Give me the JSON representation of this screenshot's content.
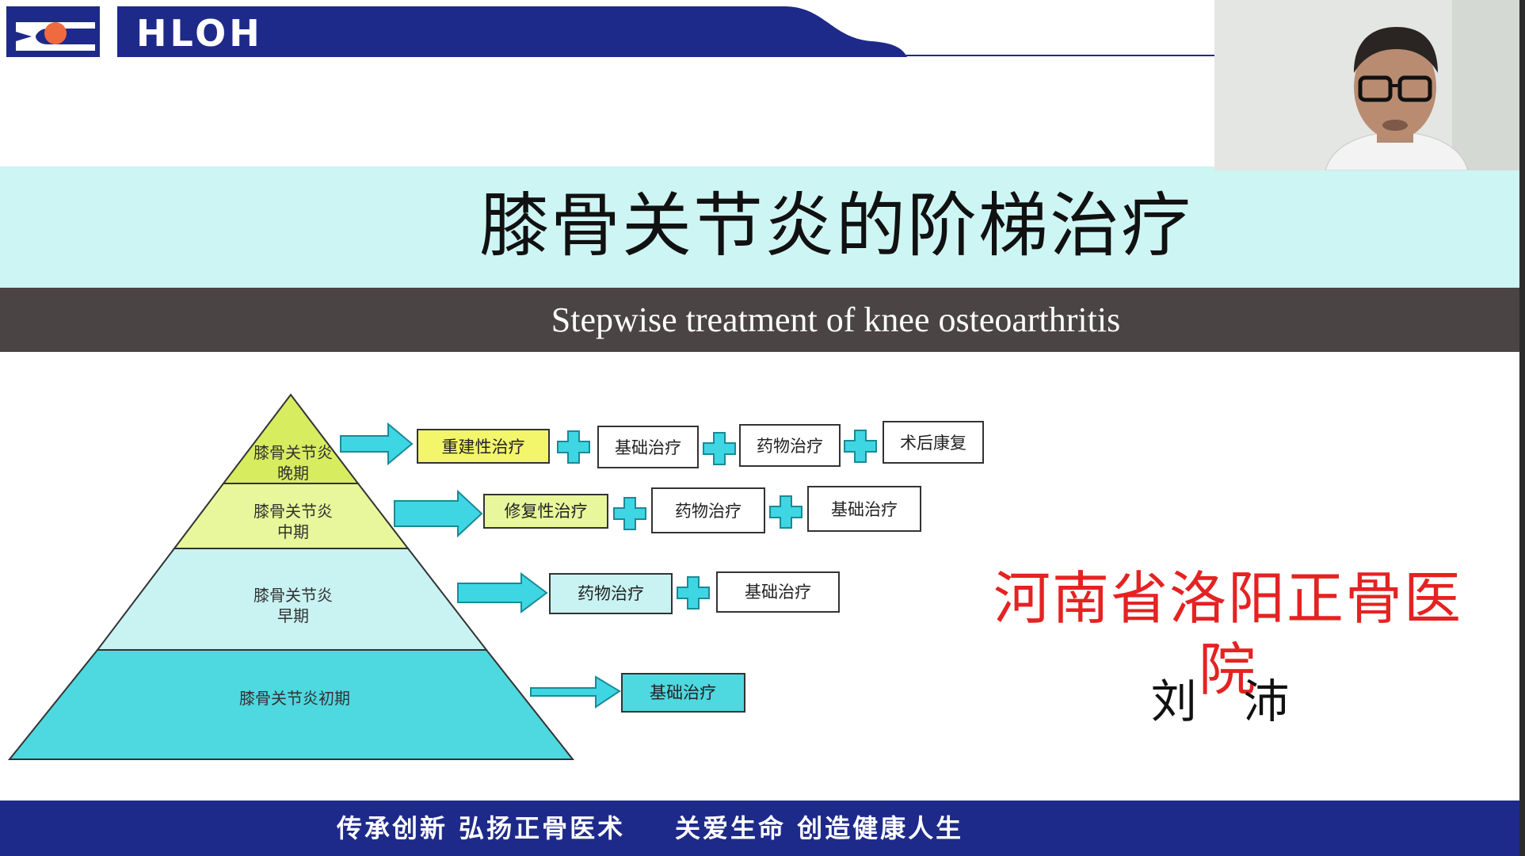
{
  "header": {
    "logo_text": "HLOH",
    "colors": {
      "header_blue": "#1e2a8a"
    }
  },
  "slide": {
    "title": "膝骨关节炎的阶梯治疗",
    "subtitle": "Stepwise treatment of knee osteoarthritis"
  },
  "pyramid": {
    "levels": [
      {
        "label": "膝骨关节炎晚期",
        "lines": [
          "膝骨关节炎",
          "晚期"
        ],
        "color": "#d8ec60"
      },
      {
        "label": "膝骨关节炎中期",
        "lines": [
          "膝骨关节炎",
          "中期"
        ],
        "color": "#e8f79b"
      },
      {
        "label": "膝骨关节炎早期",
        "lines": [
          "膝骨关节炎",
          "早期"
        ],
        "color": "#c8f3f2"
      },
      {
        "label": "膝骨关节炎初期",
        "lines": [
          "膝骨关节炎初期"
        ],
        "color": "#4ed8e0"
      }
    ]
  },
  "treatments": {
    "late": [
      "重建性治疗",
      "基础治疗",
      "药物治疗",
      "术后康复"
    ],
    "mid": [
      "修复性治疗",
      "药物治疗",
      "基础治疗"
    ],
    "early": [
      "药物治疗",
      "基础治疗"
    ],
    "initial": [
      "基础治疗"
    ]
  },
  "hospital": "河南省洛阳正骨医院",
  "author": "刘 沛",
  "footer": {
    "left": "传承创新 弘扬正骨医术",
    "right": "关爱生命 创造健康人生"
  },
  "colors": {
    "title_band": "#cdf5f3",
    "subtitle_band": "#4a4444",
    "arrow": "#3fd6e4",
    "hospital_red": "#e52222",
    "footer_blue": "#1e2a8a"
  }
}
